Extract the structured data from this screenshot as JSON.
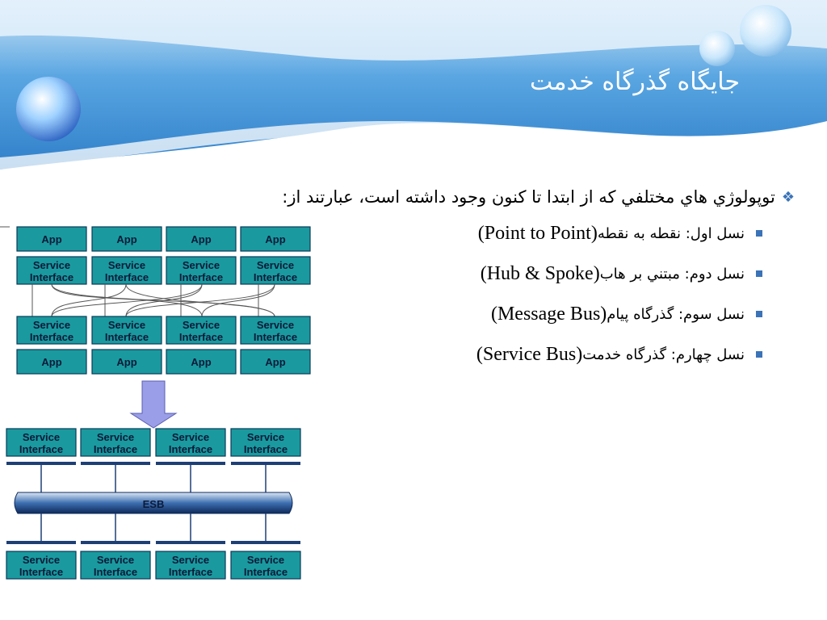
{
  "slide": {
    "title": "جايگاه گذرگاه خدمت"
  },
  "content": {
    "intro": "توپولوژي هاي مختلفي که از ابتدا تا کنون وجود داشته است، عبارتند از:",
    "items": [
      {
        "prefix": "نسل اول: نقطه به نقطه",
        "latin": "(Point to Point)"
      },
      {
        "prefix": "نسل دوم: مبتني بر هاب",
        "latin": "(Hub & Spoke)"
      },
      {
        "prefix": "نسل سوم: گذرگاه پيام",
        "latin": "(Message Bus)"
      },
      {
        "prefix": "نسل چهارم: گذرگاه خدمت",
        "latin": "(Service Bus)"
      }
    ]
  },
  "diagram": {
    "app_label": "App",
    "service_line1": "Service",
    "service_line2": "Interface",
    "bus_label": "ESB"
  },
  "colors": {
    "header_blue": "#3a8fd6",
    "box_teal": "#1a9a9e",
    "bullet_blue": "#3a73b8",
    "arrow_fill": "#9a9ee8"
  }
}
